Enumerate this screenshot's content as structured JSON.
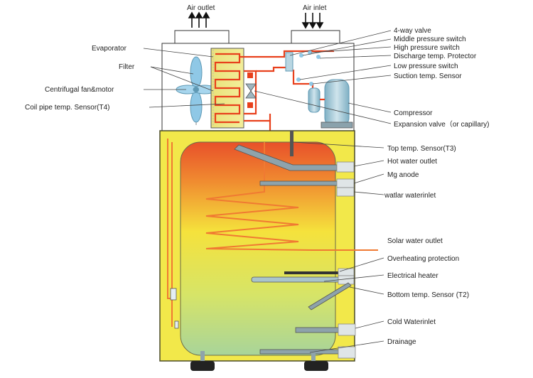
{
  "top_labels": {
    "air_outlet": "Air outlet",
    "air_inlet": "Air inlet"
  },
  "left_labels": {
    "evaporator": "Evaporator",
    "filter": "Filter",
    "centrifugal_fan_motor": "Centrifugal fan&motor",
    "coil_pipe_sensor": "Coil pipe temp. Sensor(T4)"
  },
  "right_labels": {
    "four_way_valve": "4-way valve",
    "middle_pressure_switch": "Middle pressure switch",
    "high_pressure_switch": "High pressure switch",
    "discharge_temp_protector": "Discharge temp. Protector",
    "low_pressure_switch": "Low pressure switch",
    "suction_temp_sensor": "Suction temp. Sensor",
    "compressor": "Compressor",
    "expansion_valve": "Expansion valve（or capillary)",
    "top_temp_sensor": "Top temp. Sensor(T3)",
    "hot_water_outlet": "Hot water outlet",
    "mg_anode": "Mg anode",
    "water_inlet": "watlar waterinlet",
    "solar_water_outlet": "Solar water outlet",
    "overheating_protection": "Overheating protection",
    "electrical_heater": "Electrical heater",
    "bottom_temp_sensor": "Bottom temp. Sensor (T2)",
    "cold_water_inlet": "Cold Waterinlet",
    "drainage": "Drainage"
  },
  "colors": {
    "housing_yellow": "#f2e84a",
    "housing_border": "#4a4a2a",
    "refrigerant_pipe": "#e8401c",
    "solar_coil": "#f07a32",
    "fitting_grey": "#a9b4b8",
    "tank_top": "#e8502a",
    "tank_mid": "#f5e23c",
    "tank_bottom": "#a8d49a",
    "fan_blue": "#8fc8e6",
    "foot_black": "#222222"
  }
}
